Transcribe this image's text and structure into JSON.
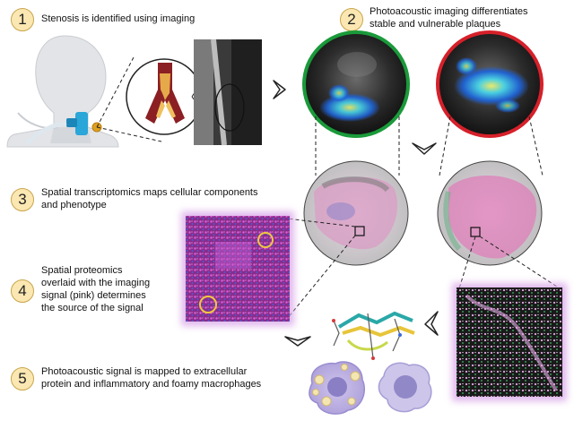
{
  "steps": [
    {
      "number": "1",
      "text": "Stenosis is identified using imaging"
    },
    {
      "number": "2",
      "text_line1": "Photoacoustic imaging differentiates",
      "text_line2": "stable and vulnerable plaques"
    },
    {
      "number": "3",
      "text_line1": "Spatial transcriptomics maps cellular components",
      "text_line2": "and phenotype"
    },
    {
      "number": "4",
      "text_line1": "Spatial proteomics",
      "text_line2": "overlaid with the imaging",
      "text_line3": "signal (pink) determines",
      "text_line4": "the source of the signal"
    },
    {
      "number": "5",
      "text_line1": "Photoacoustic signal is mapped to extracellular",
      "text_line2": "protein  and inflammatory and foamy macrophages"
    }
  ],
  "colors": {
    "stable_ring": "#1a9a3a",
    "vulnerable_ring": "#d6202a",
    "number_fill": "#fbe7b2",
    "pink_glow": "#d9a6e8"
  },
  "icons": [
    "head-silhouette-icon",
    "ultrasound-probe-icon",
    "artery-plaque-icon",
    "molecule-structure-icon",
    "foamy-macrophage-icon",
    "macrophage-icon",
    "chevron-right-icon",
    "chevron-down-icon"
  ]
}
